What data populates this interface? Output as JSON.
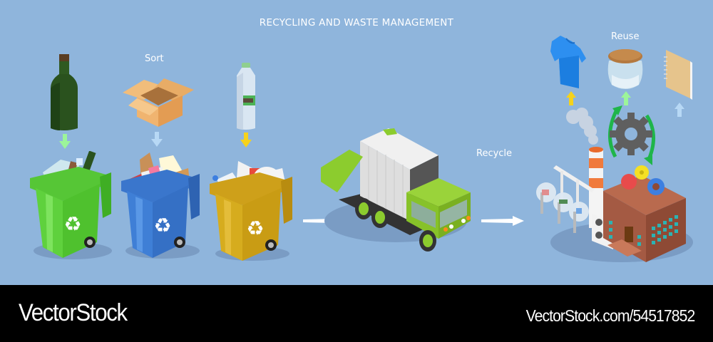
{
  "title": "RECYCLING AND WASTE MANAGEMENT",
  "labels": {
    "sort": "Sort",
    "recycle": "Recycle",
    "reuse": "Reuse"
  },
  "colors": {
    "background": "#8fb5dc",
    "footer": "#000000",
    "bin_green": "#5fd13d",
    "bin_blue": "#3f7fd6",
    "bin_yellow": "#d6ac1e",
    "arrow_green": "#9cf59a",
    "arrow_blue": "#b7d8f5",
    "arrow_yellow": "#f5d21c",
    "truck_green": "#8ccc2e",
    "factory_brown": "#a45a43"
  },
  "steps": [
    {
      "name": "glass-bin",
      "item": "wine-bottle",
      "bin_color": "green"
    },
    {
      "name": "paper-bin",
      "item": "cardboard-box",
      "bin_color": "blue"
    },
    {
      "name": "plastic-bin",
      "item": "plastic-bottle",
      "bin_color": "yellow"
    },
    {
      "name": "garbage-truck"
    },
    {
      "name": "recycling-factory"
    }
  ],
  "reuse_products": [
    "t-shirt",
    "glass-jar",
    "notebook"
  ],
  "footer": {
    "brand": "VectorStock",
    "url": "VectorStock.com/54517852"
  }
}
